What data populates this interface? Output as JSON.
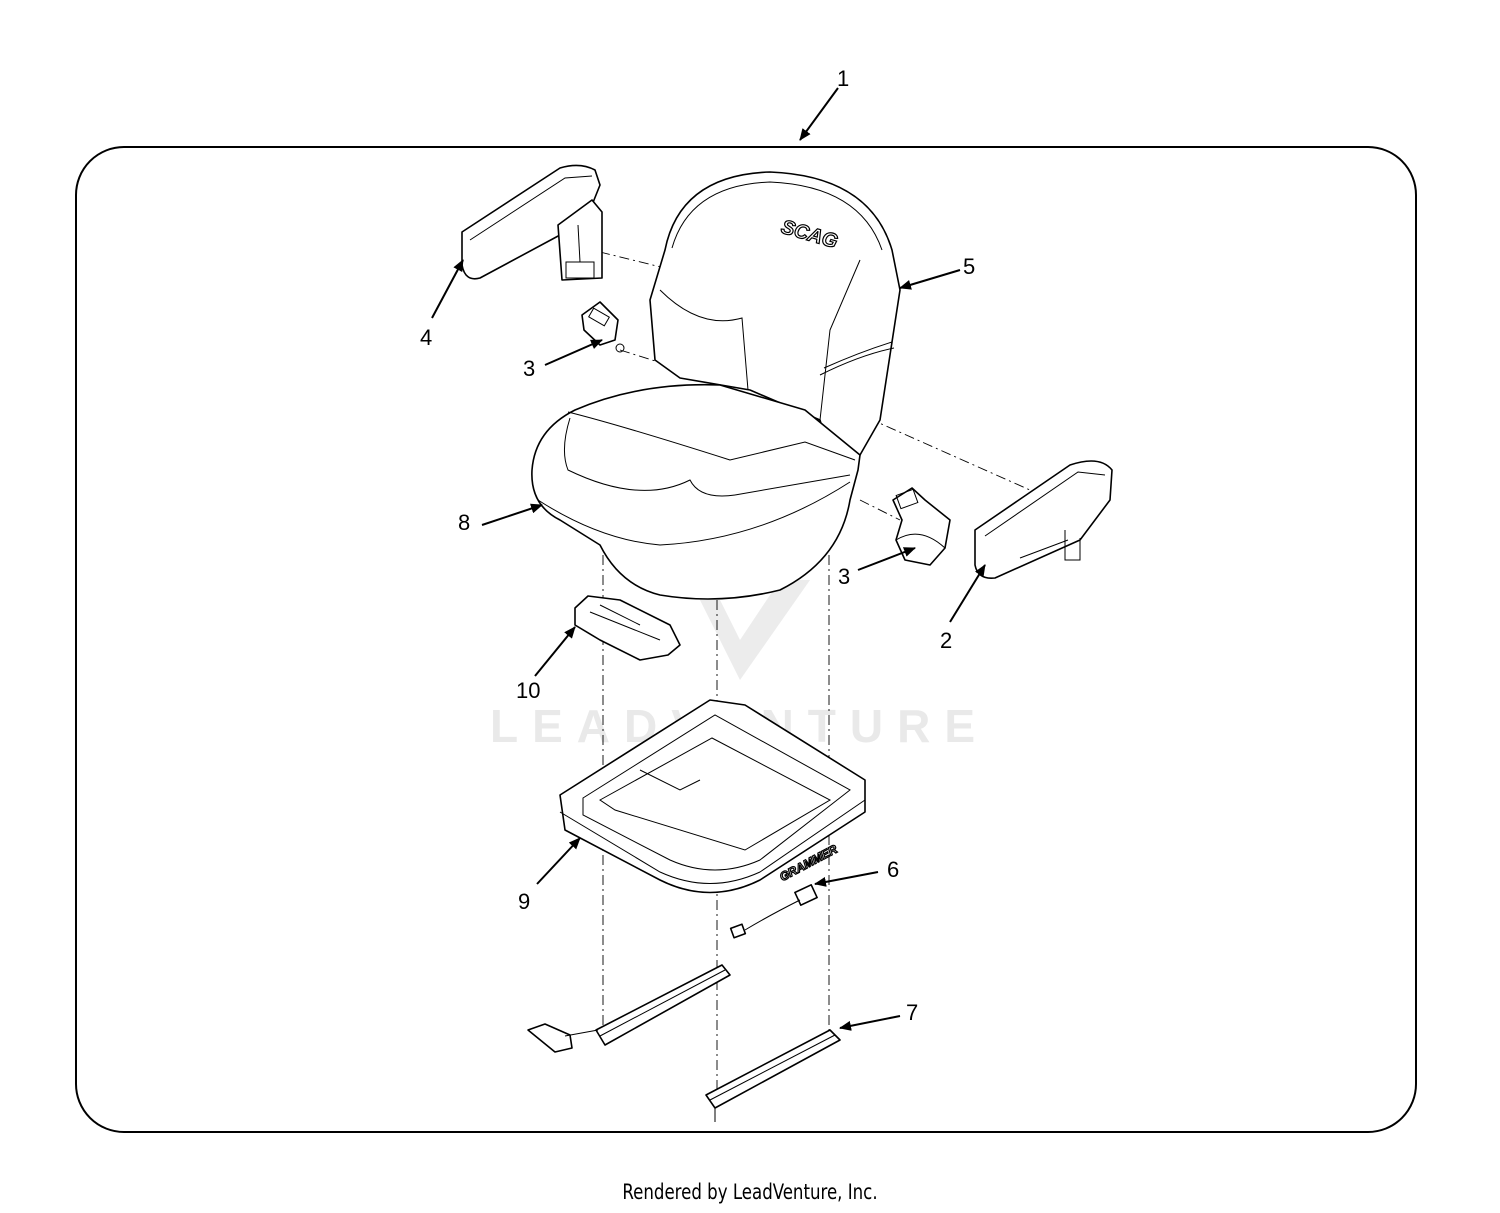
{
  "watermark": {
    "text": "LEADVENTURE"
  },
  "brand_marks": {
    "seat_logo": "SCAG",
    "base_logo": "GRAMMER"
  },
  "callouts": {
    "c1": "1",
    "c2": "2",
    "c3a": "3",
    "c3b": "3",
    "c4": "4",
    "c5": "5",
    "c6": "6",
    "c7": "7",
    "c8": "8",
    "c9": "9",
    "c10": "10"
  },
  "footer": {
    "text": "Rendered by LeadVenture, Inc."
  }
}
